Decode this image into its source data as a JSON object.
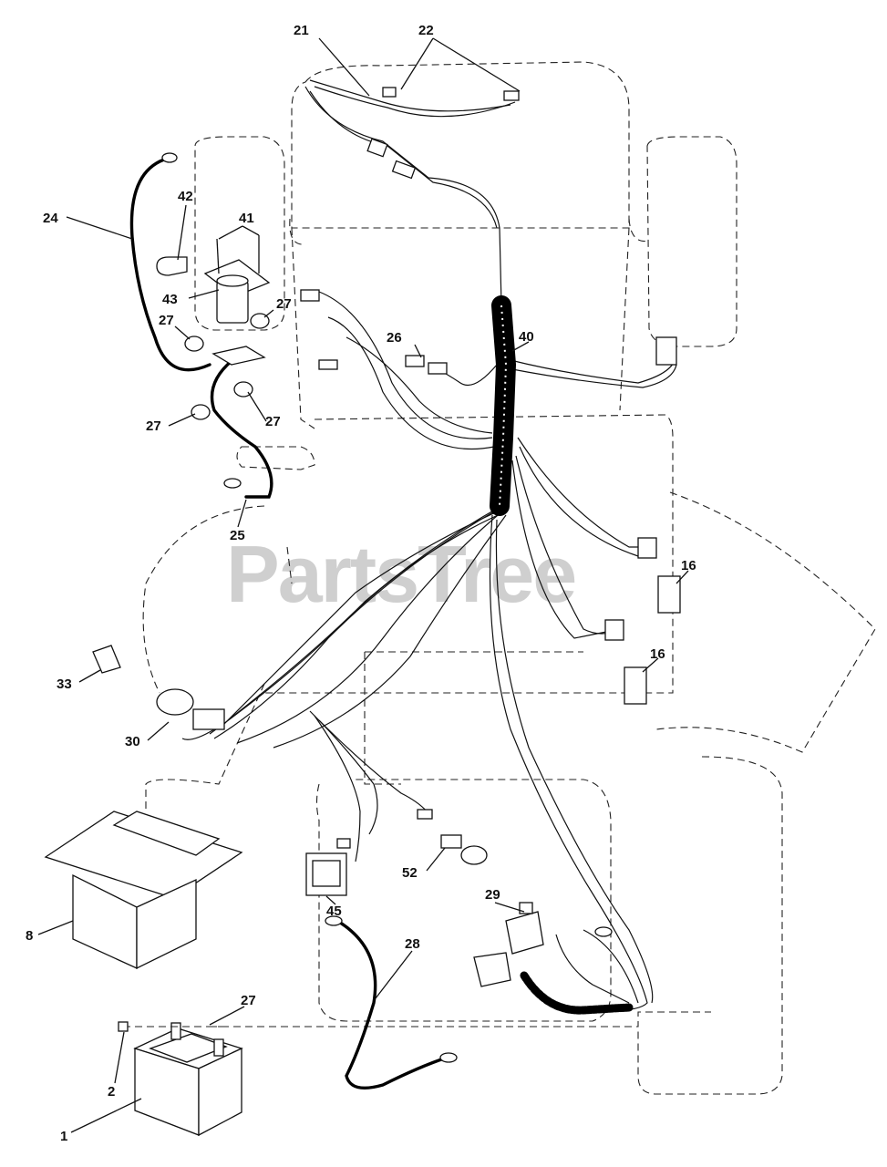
{
  "watermark": "PartsTree",
  "callouts": {
    "p21": "21",
    "p22": "22",
    "p24": "24",
    "p42": "42",
    "p41": "41",
    "p43": "43",
    "p27a": "27",
    "p27b": "27",
    "p27c": "27",
    "p27d": "27",
    "p27e": "27",
    "p26": "26",
    "p40": "40",
    "p25": "25",
    "p16a": "16",
    "p16b": "16",
    "p33": "33",
    "p30": "30",
    "p29": "29",
    "p52": "52",
    "p45": "45",
    "p8": "8",
    "p28": "28",
    "p2": "2",
    "p1": "1"
  }
}
